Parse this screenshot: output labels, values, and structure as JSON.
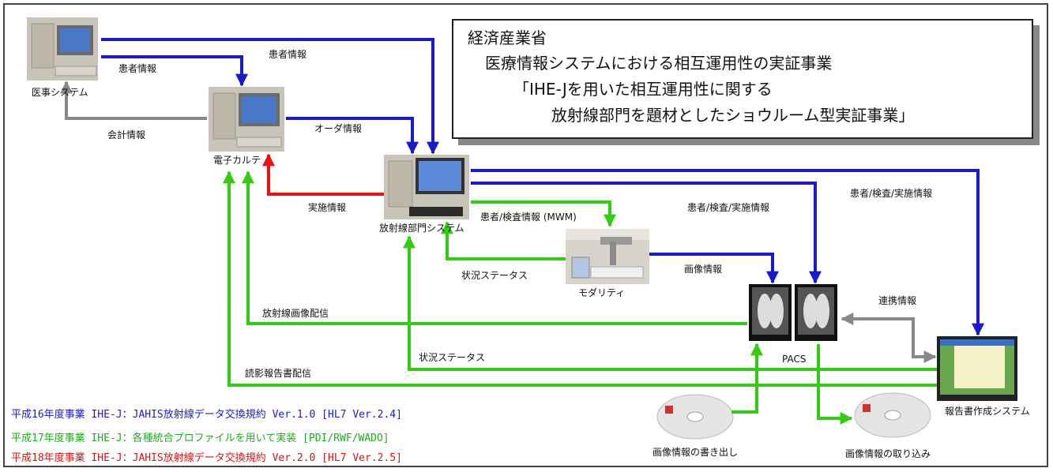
{
  "title": {
    "line1": "経済産業省",
    "line2": "医療情報システムにおける相互運用性の実証事業",
    "line3": "「IHE-Jを用いた相互運用性に関する",
    "line4": "放射線部門を題材としたショウルーム型実証事業」"
  },
  "nodes": {
    "iji": "医事システム",
    "karte": "電子カルテ",
    "ris": "放射線部門システム",
    "modality": "モダリティ",
    "pacs": "PACS",
    "report": "報告書作成システム",
    "export": "画像情報の書き出し",
    "import": "画像情報の取り込み"
  },
  "flows": {
    "patient_top": "患者情報",
    "patient_iji": "患者情報",
    "billing": "会計情報",
    "order": "オーダ情報",
    "performed": "実施情報",
    "mwm": "患者/検査情報 (MWM)",
    "status_modality": "状況ステータス",
    "image": "画像情報",
    "pacs_info": "患者/検査/実施情報",
    "report_info": "患者/検査/実施情報",
    "link": "連携情報",
    "image_dist": "放射線画像配信",
    "status_report": "状況ステータス",
    "report_dist": "読影報告書配信"
  },
  "legend": [
    {
      "text": "平成16年度事業 IHE-J：JAHIS放射線データ交換規約 Ver.1.0 [HL7 Ver.2.4]",
      "color": "#1a1acc"
    },
    {
      "text": "平成17年度事業 IHE-J：各種統合プロファイルを用いて実装 [PDI/RWF/WADO]",
      "color": "#22aa22"
    },
    {
      "text": "平成18年度事業 IHE-J：JAHIS放射線データ交換規約 Ver.2.0 [HL7 Ver.2.5]",
      "color": "#dd1111"
    }
  ],
  "colors": {
    "blue": "#1a1acc",
    "green": "#33cc11",
    "red": "#ee1111",
    "gray": "#888888"
  }
}
